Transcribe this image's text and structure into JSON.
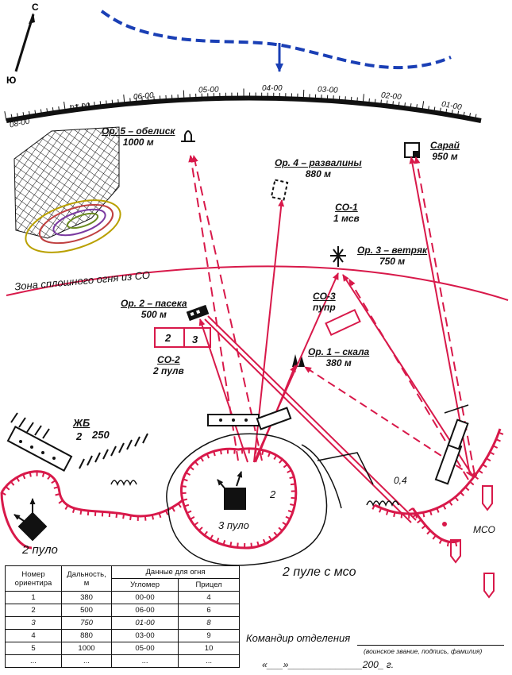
{
  "compass": {
    "north": "С",
    "south": "Ю"
  },
  "scale_marks": [
    "08-00",
    "07-00",
    "06-00",
    "05-00",
    "04-00",
    "03-00",
    "02-00",
    "01-00"
  ],
  "landmarks": [
    {
      "name": "Ор. 5 – обелиск",
      "range": "1000 м"
    },
    {
      "name": "Ор. 4 – развалины",
      "range": "880 м"
    },
    {
      "name": "Сарай",
      "range": "950 м"
    },
    {
      "name": "Ор. 3 – ветряк",
      "range": "750 м"
    },
    {
      "name": "Ор. 2 – пасека",
      "range": "500 м"
    },
    {
      "name": "Ор. 1 – скала",
      "range": "380 м"
    }
  ],
  "sectors": {
    "co1": {
      "title": "СО-1",
      "sub": "1 мсв"
    },
    "co2": {
      "title": "СО-2",
      "sub": "2 пулв"
    },
    "co3": {
      "title": "СО-3",
      "sub": "пупр"
    }
  },
  "fire_zone_label": "Зона сплошного огня из СО",
  "house_cells": [
    "2",
    "3"
  ],
  "jb": {
    "title": "ЖБ",
    "num": "2",
    "value": "250"
  },
  "positions": {
    "three": "3 пуло",
    "two_left": "2 пуло",
    "two_small": "2",
    "mso": "МСО",
    "dist": "0,4",
    "two_with_mso": "2 пуле с мсо"
  },
  "table": {
    "headers": {
      "num": "Номер ориентира",
      "range": "Дальность, м",
      "fire": "Данные для огня",
      "angle": "Угломер",
      "sight": "Прицел"
    },
    "rows": [
      [
        "1",
        "380",
        "00-00",
        "4"
      ],
      [
        "2",
        "500",
        "06-00",
        "6"
      ],
      [
        "3",
        "750",
        "01-00",
        "8"
      ],
      [
        "4",
        "880",
        "03-00",
        "9"
      ],
      [
        "5",
        "1000",
        "05-00",
        "10"
      ],
      [
        "...",
        "...",
        "...",
        "..."
      ]
    ]
  },
  "commander": {
    "label": "Командир отделения",
    "caption": "(воинское звание, подпись, фамилия)",
    "date": "«___»______________200_ г."
  },
  "colors": {
    "red": "#d8194a",
    "blue": "#1a3fb5",
    "black": "#111111"
  }
}
